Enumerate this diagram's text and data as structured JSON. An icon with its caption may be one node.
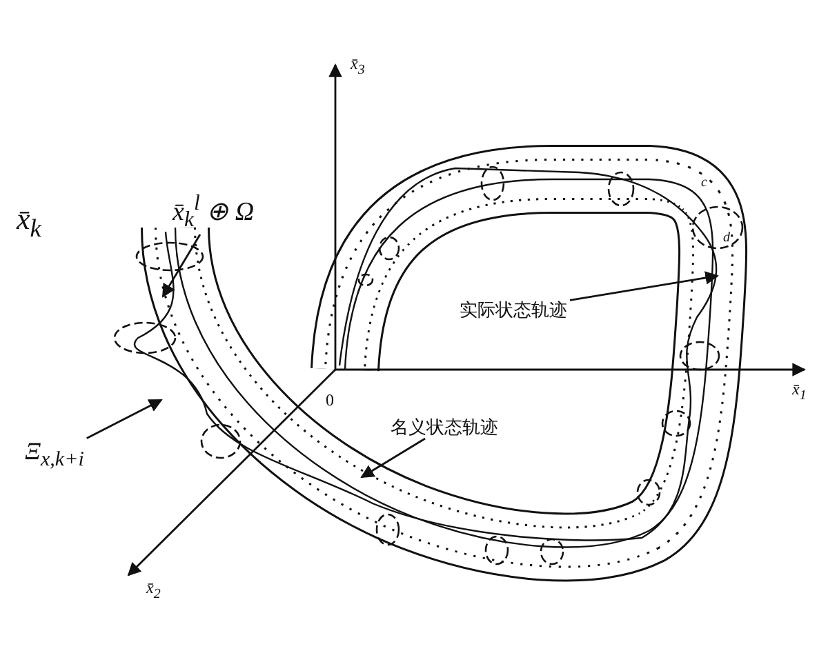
{
  "diagram": {
    "nodes": [
      {
        "text": [
          "x̄$_{k}$$^{l}$ ⊕ Ω"
        ]
      },
      {
        "text": [
          "Ξ$_{x,k+i}$"
        ]
      },
      {
        "text": [
          "实际状态轨迹"
        ]
      },
      {
        "text": [
          "名义状态轨迹"
        ]
      }
    ],
    "edges": [
      {
        "from": 0,
        "to": null,
        "arrow": "to"
      },
      {
        "from": 1,
        "to": null,
        "arrow": "to"
      },
      {
        "from": 2,
        "to": null,
        "arrow": "to"
      },
      {
        "from": 3,
        "to": null,
        "arrow": "to"
      }
    ],
    "labels": [
      "x̄$_{k}$",
      "x̄$_{3}$",
      "x̄$_{1}$",
      "x̄$_{2}$",
      "0",
      "c",
      "d"
    ]
  }
}
